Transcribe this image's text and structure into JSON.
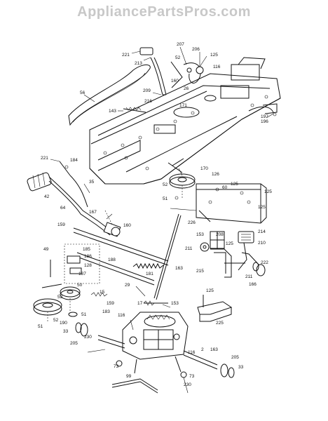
{
  "watermark": "AppliancePartsPros.com",
  "callouts": [
    {
      "id": "c221a",
      "text": "221"
    },
    {
      "id": "c213",
      "text": "213"
    },
    {
      "id": "c207",
      "text": "207"
    },
    {
      "id": "c206",
      "text": "206"
    },
    {
      "id": "c125a",
      "text": "125"
    },
    {
      "id": "c52a",
      "text": "52"
    },
    {
      "id": "c116a",
      "text": "116"
    },
    {
      "id": "c160a",
      "text": "160"
    },
    {
      "id": "c26",
      "text": "26"
    },
    {
      "id": "c56",
      "text": "56"
    },
    {
      "id": "c209",
      "text": "209"
    },
    {
      "id": "c216",
      "text": "216"
    },
    {
      "id": "c143",
      "text": "143"
    },
    {
      "id": "c171",
      "text": "171"
    },
    {
      "id": "c197",
      "text": "197"
    },
    {
      "id": "c196",
      "text": "196"
    },
    {
      "id": "c221b",
      "text": "221"
    },
    {
      "id": "c184",
      "text": "184"
    },
    {
      "id": "c35",
      "text": "35"
    },
    {
      "id": "c42",
      "text": "42"
    },
    {
      "id": "c170",
      "text": "170"
    },
    {
      "id": "c52b",
      "text": "52"
    },
    {
      "id": "c51a",
      "text": "51"
    },
    {
      "id": "c126",
      "text": "126"
    },
    {
      "id": "c60",
      "text": "60"
    },
    {
      "id": "c125b",
      "text": "125"
    },
    {
      "id": "c125c",
      "text": "125"
    },
    {
      "id": "c125d",
      "text": "125"
    },
    {
      "id": "c64",
      "text": "64"
    },
    {
      "id": "c167",
      "text": "167"
    },
    {
      "id": "c159a",
      "text": "159"
    },
    {
      "id": "c160b",
      "text": "160"
    },
    {
      "id": "c226",
      "text": "226"
    },
    {
      "id": "c153a",
      "text": "153"
    },
    {
      "id": "c208",
      "text": "208"
    },
    {
      "id": "c214",
      "text": "214"
    },
    {
      "id": "c49",
      "text": "49"
    },
    {
      "id": "c185",
      "text": "185"
    },
    {
      "id": "c186",
      "text": "186"
    },
    {
      "id": "c128",
      "text": "128"
    },
    {
      "id": "c188",
      "text": "188"
    },
    {
      "id": "c211a",
      "text": "211"
    },
    {
      "id": "c125e",
      "text": "125"
    },
    {
      "id": "c210",
      "text": "210"
    },
    {
      "id": "c222",
      "text": "222"
    },
    {
      "id": "c187",
      "text": "187"
    },
    {
      "id": "c163a",
      "text": "163"
    },
    {
      "id": "c215",
      "text": "215"
    },
    {
      "id": "c181",
      "text": "181"
    },
    {
      "id": "c211b",
      "text": "211"
    },
    {
      "id": "c166",
      "text": "166"
    },
    {
      "id": "c50",
      "text": "50"
    },
    {
      "id": "c29",
      "text": "29"
    },
    {
      "id": "c15",
      "text": "15"
    },
    {
      "id": "c159b",
      "text": "159"
    },
    {
      "id": "c52c",
      "text": "52"
    },
    {
      "id": "c51b",
      "text": "51"
    },
    {
      "id": "c17",
      "text": "17"
    },
    {
      "id": "c153b",
      "text": "153"
    },
    {
      "id": "c125f",
      "text": "125"
    },
    {
      "id": "c116b",
      "text": "116"
    },
    {
      "id": "c183",
      "text": "183"
    },
    {
      "id": "c225",
      "text": "225"
    },
    {
      "id": "c190",
      "text": "190"
    },
    {
      "id": "c51c",
      "text": "51"
    },
    {
      "id": "c52d",
      "text": "52"
    },
    {
      "id": "c33a",
      "text": "33"
    },
    {
      "id": "c205a",
      "text": "205"
    },
    {
      "id": "c230a",
      "text": "230"
    },
    {
      "id": "c116c",
      "text": "116"
    },
    {
      "id": "c2",
      "text": "2"
    },
    {
      "id": "c163b",
      "text": "163"
    },
    {
      "id": "c205b",
      "text": "205"
    },
    {
      "id": "c73a",
      "text": "73"
    },
    {
      "id": "c33b",
      "text": "33"
    },
    {
      "id": "c99",
      "text": "99"
    },
    {
      "id": "c73b",
      "text": "73"
    },
    {
      "id": "c230b",
      "text": "230"
    }
  ]
}
